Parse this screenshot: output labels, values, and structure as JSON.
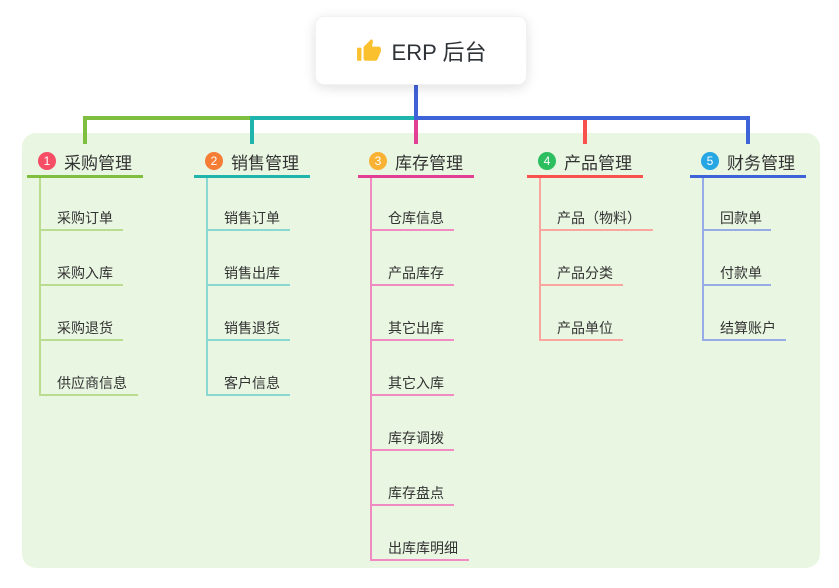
{
  "root": {
    "label": "ERP 后台",
    "icon": "thumbs-up-icon",
    "icon_color": "#fbc02d",
    "connector_color": "#4161d8"
  },
  "panel": {
    "background": "#e9f6e2"
  },
  "branches": [
    {
      "number": "1",
      "label": "采购管理",
      "badge_color": "#f54e65",
      "line_color": "#7fbf3f",
      "child_line_color": "#b9dc90",
      "items": [
        "采购订单",
        "采购入库",
        "采购退货",
        "供应商信息"
      ]
    },
    {
      "number": "2",
      "label": "销售管理",
      "badge_color": "#f57d36",
      "line_color": "#1fb5ac",
      "child_line_color": "#8bd8d2",
      "items": [
        "销售订单",
        "销售出库",
        "销售退货",
        "客户信息"
      ]
    },
    {
      "number": "3",
      "label": "库存管理",
      "badge_color": "#f9b234",
      "line_color": "#e23e94",
      "child_line_color": "#f08cc1",
      "items": [
        "仓库信息",
        "产品库存",
        "其它出库",
        "其它入库",
        "库存调拨",
        "库存盘点",
        "出库库明细"
      ]
    },
    {
      "number": "4",
      "label": "产品管理",
      "badge_color": "#2dbe60",
      "line_color": "#f9524e",
      "child_line_color": "#fba5a0",
      "items": [
        "产品（物料）",
        "产品分类",
        "产品单位"
      ]
    },
    {
      "number": "5",
      "label": "财务管理",
      "badge_color": "#27a6e4",
      "line_color": "#3e62d8",
      "child_line_color": "#97abe6",
      "items": [
        "回款单",
        "付款单",
        "结算账户"
      ]
    }
  ]
}
